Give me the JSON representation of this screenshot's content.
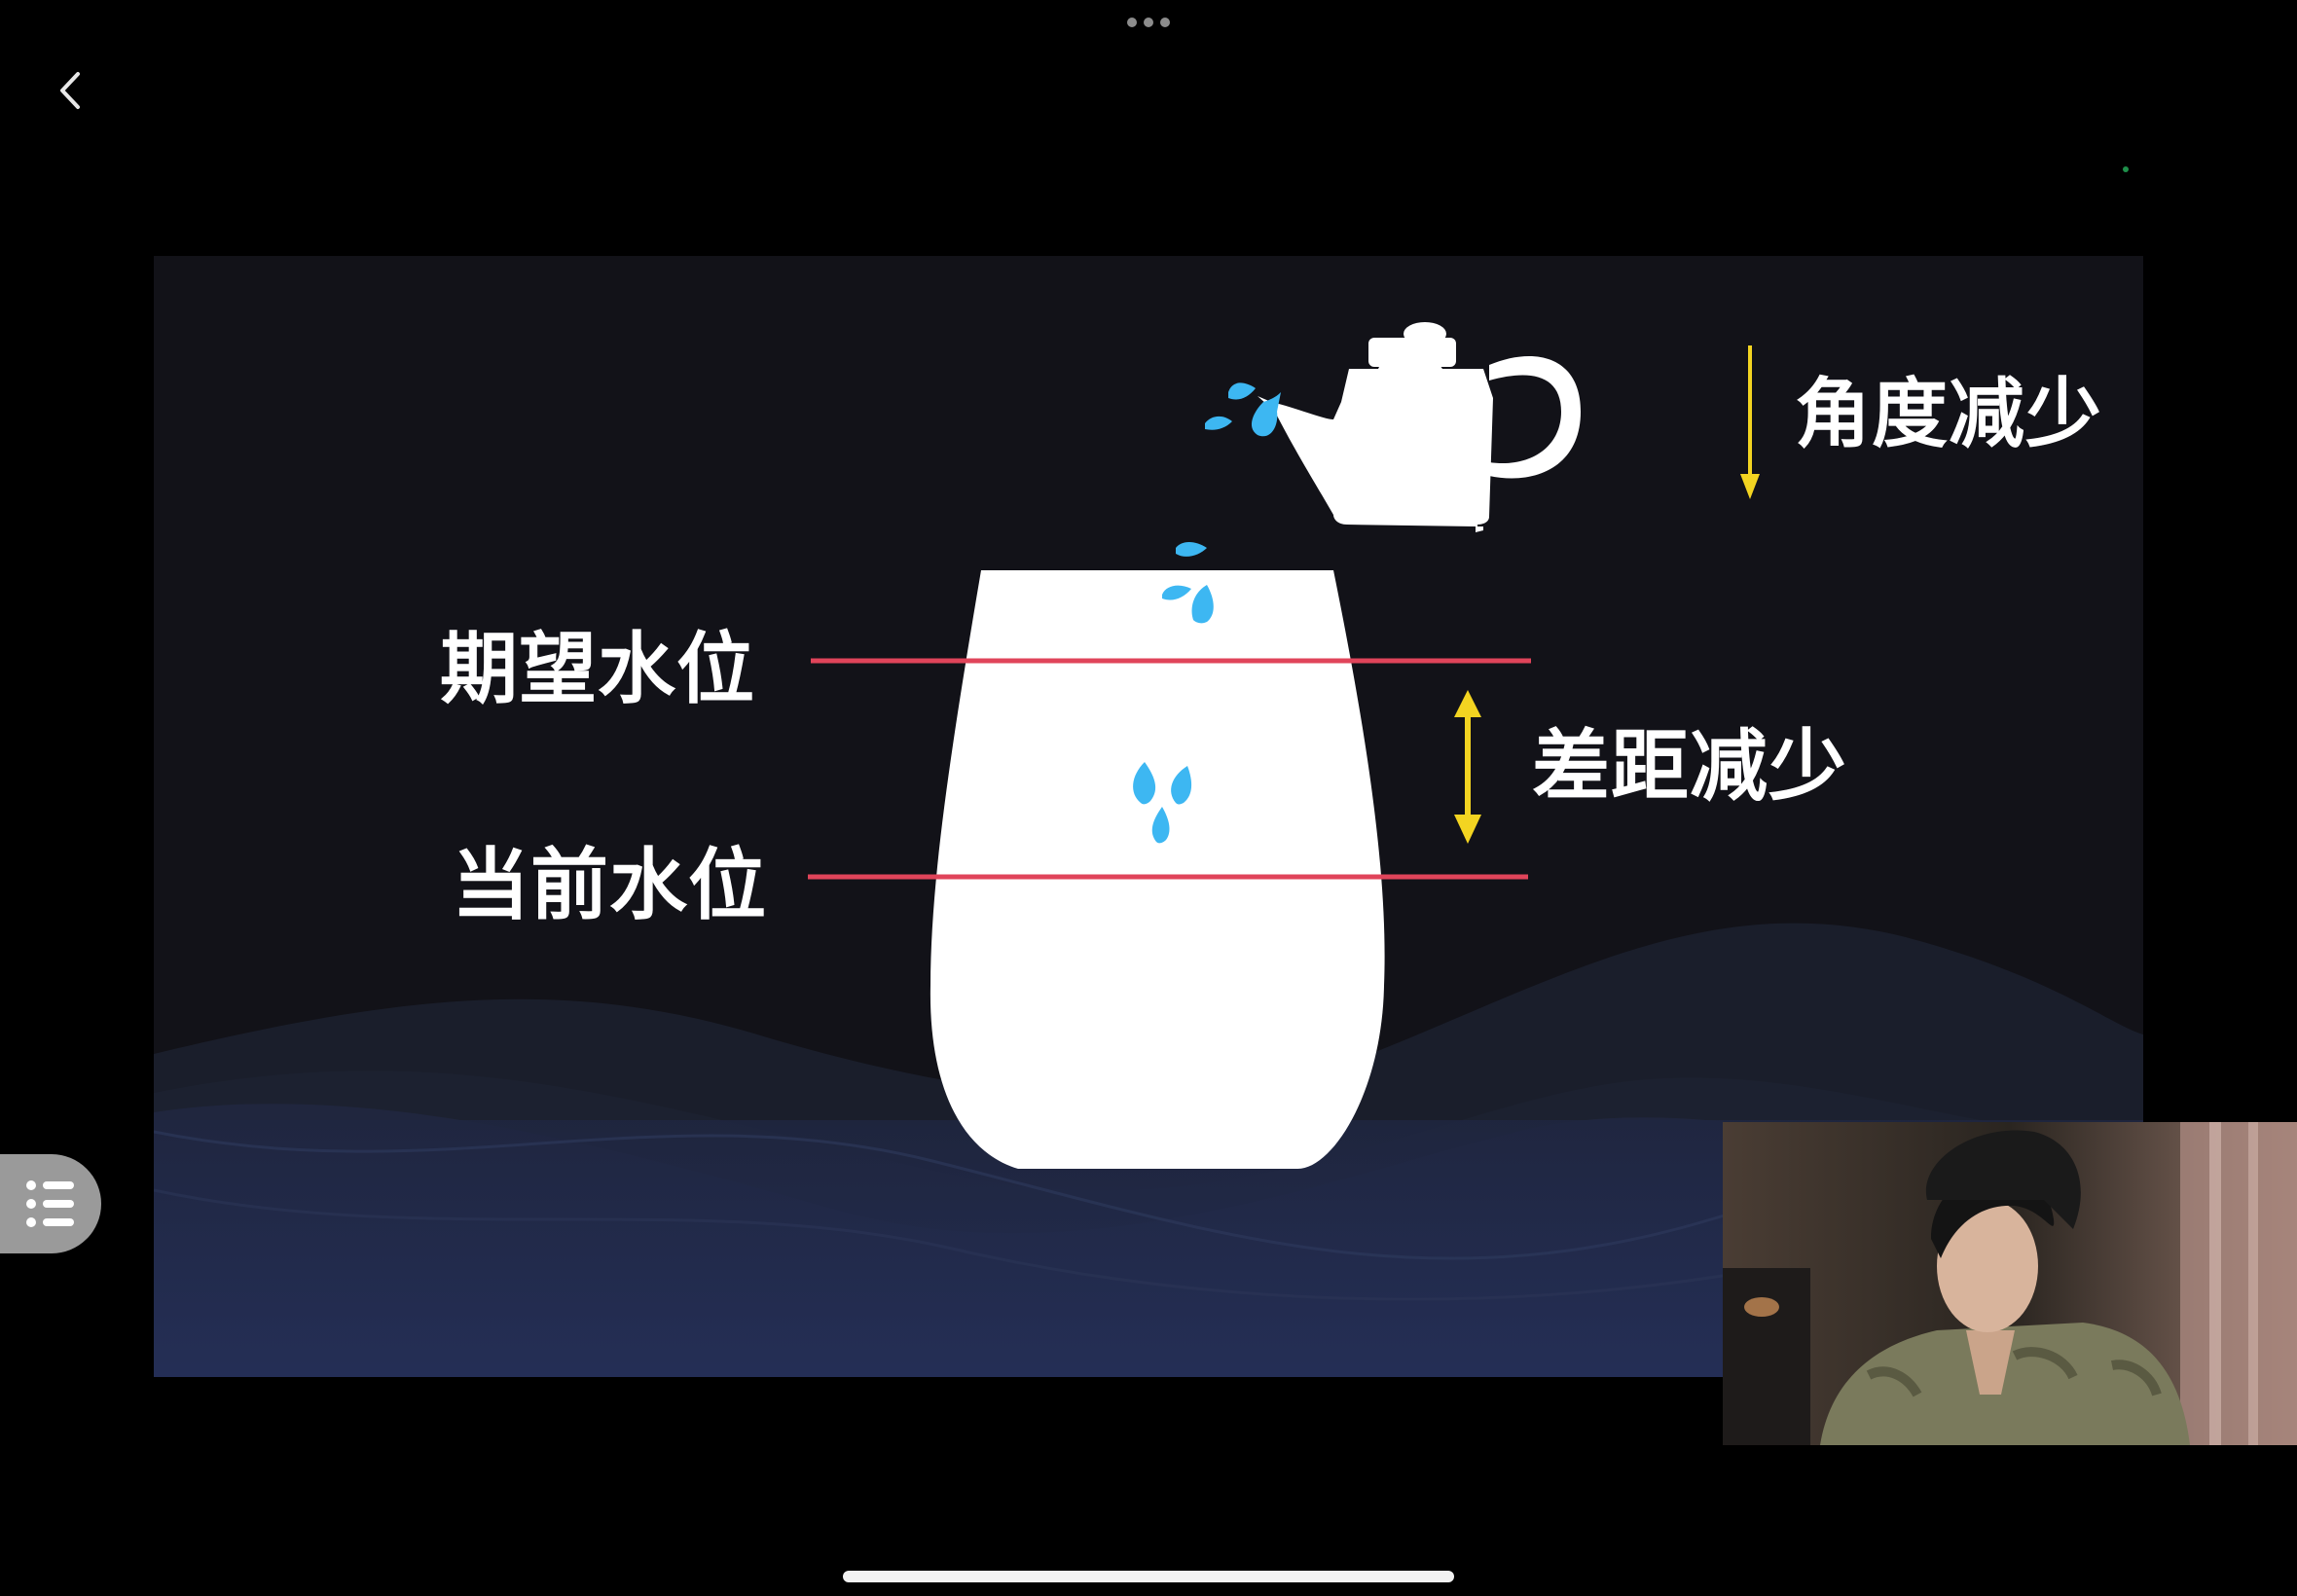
{
  "top_bar": {
    "more_icon": "more-dots-icon",
    "back_icon": "chevron-left-icon"
  },
  "slide": {
    "labels": {
      "angle": "角度减少",
      "expected_level": "期望水位",
      "gap": "差距减少",
      "current_level": "当前水位"
    },
    "colors": {
      "level_line": "#e0445a",
      "arrow": "#f3d421",
      "water_drop": "#3db7f2",
      "cup": "#ffffff",
      "background": "#121218"
    }
  },
  "sidebar": {
    "menu_icon": "list-icon"
  },
  "video": {
    "camera_overlay": "presenter-camera"
  }
}
